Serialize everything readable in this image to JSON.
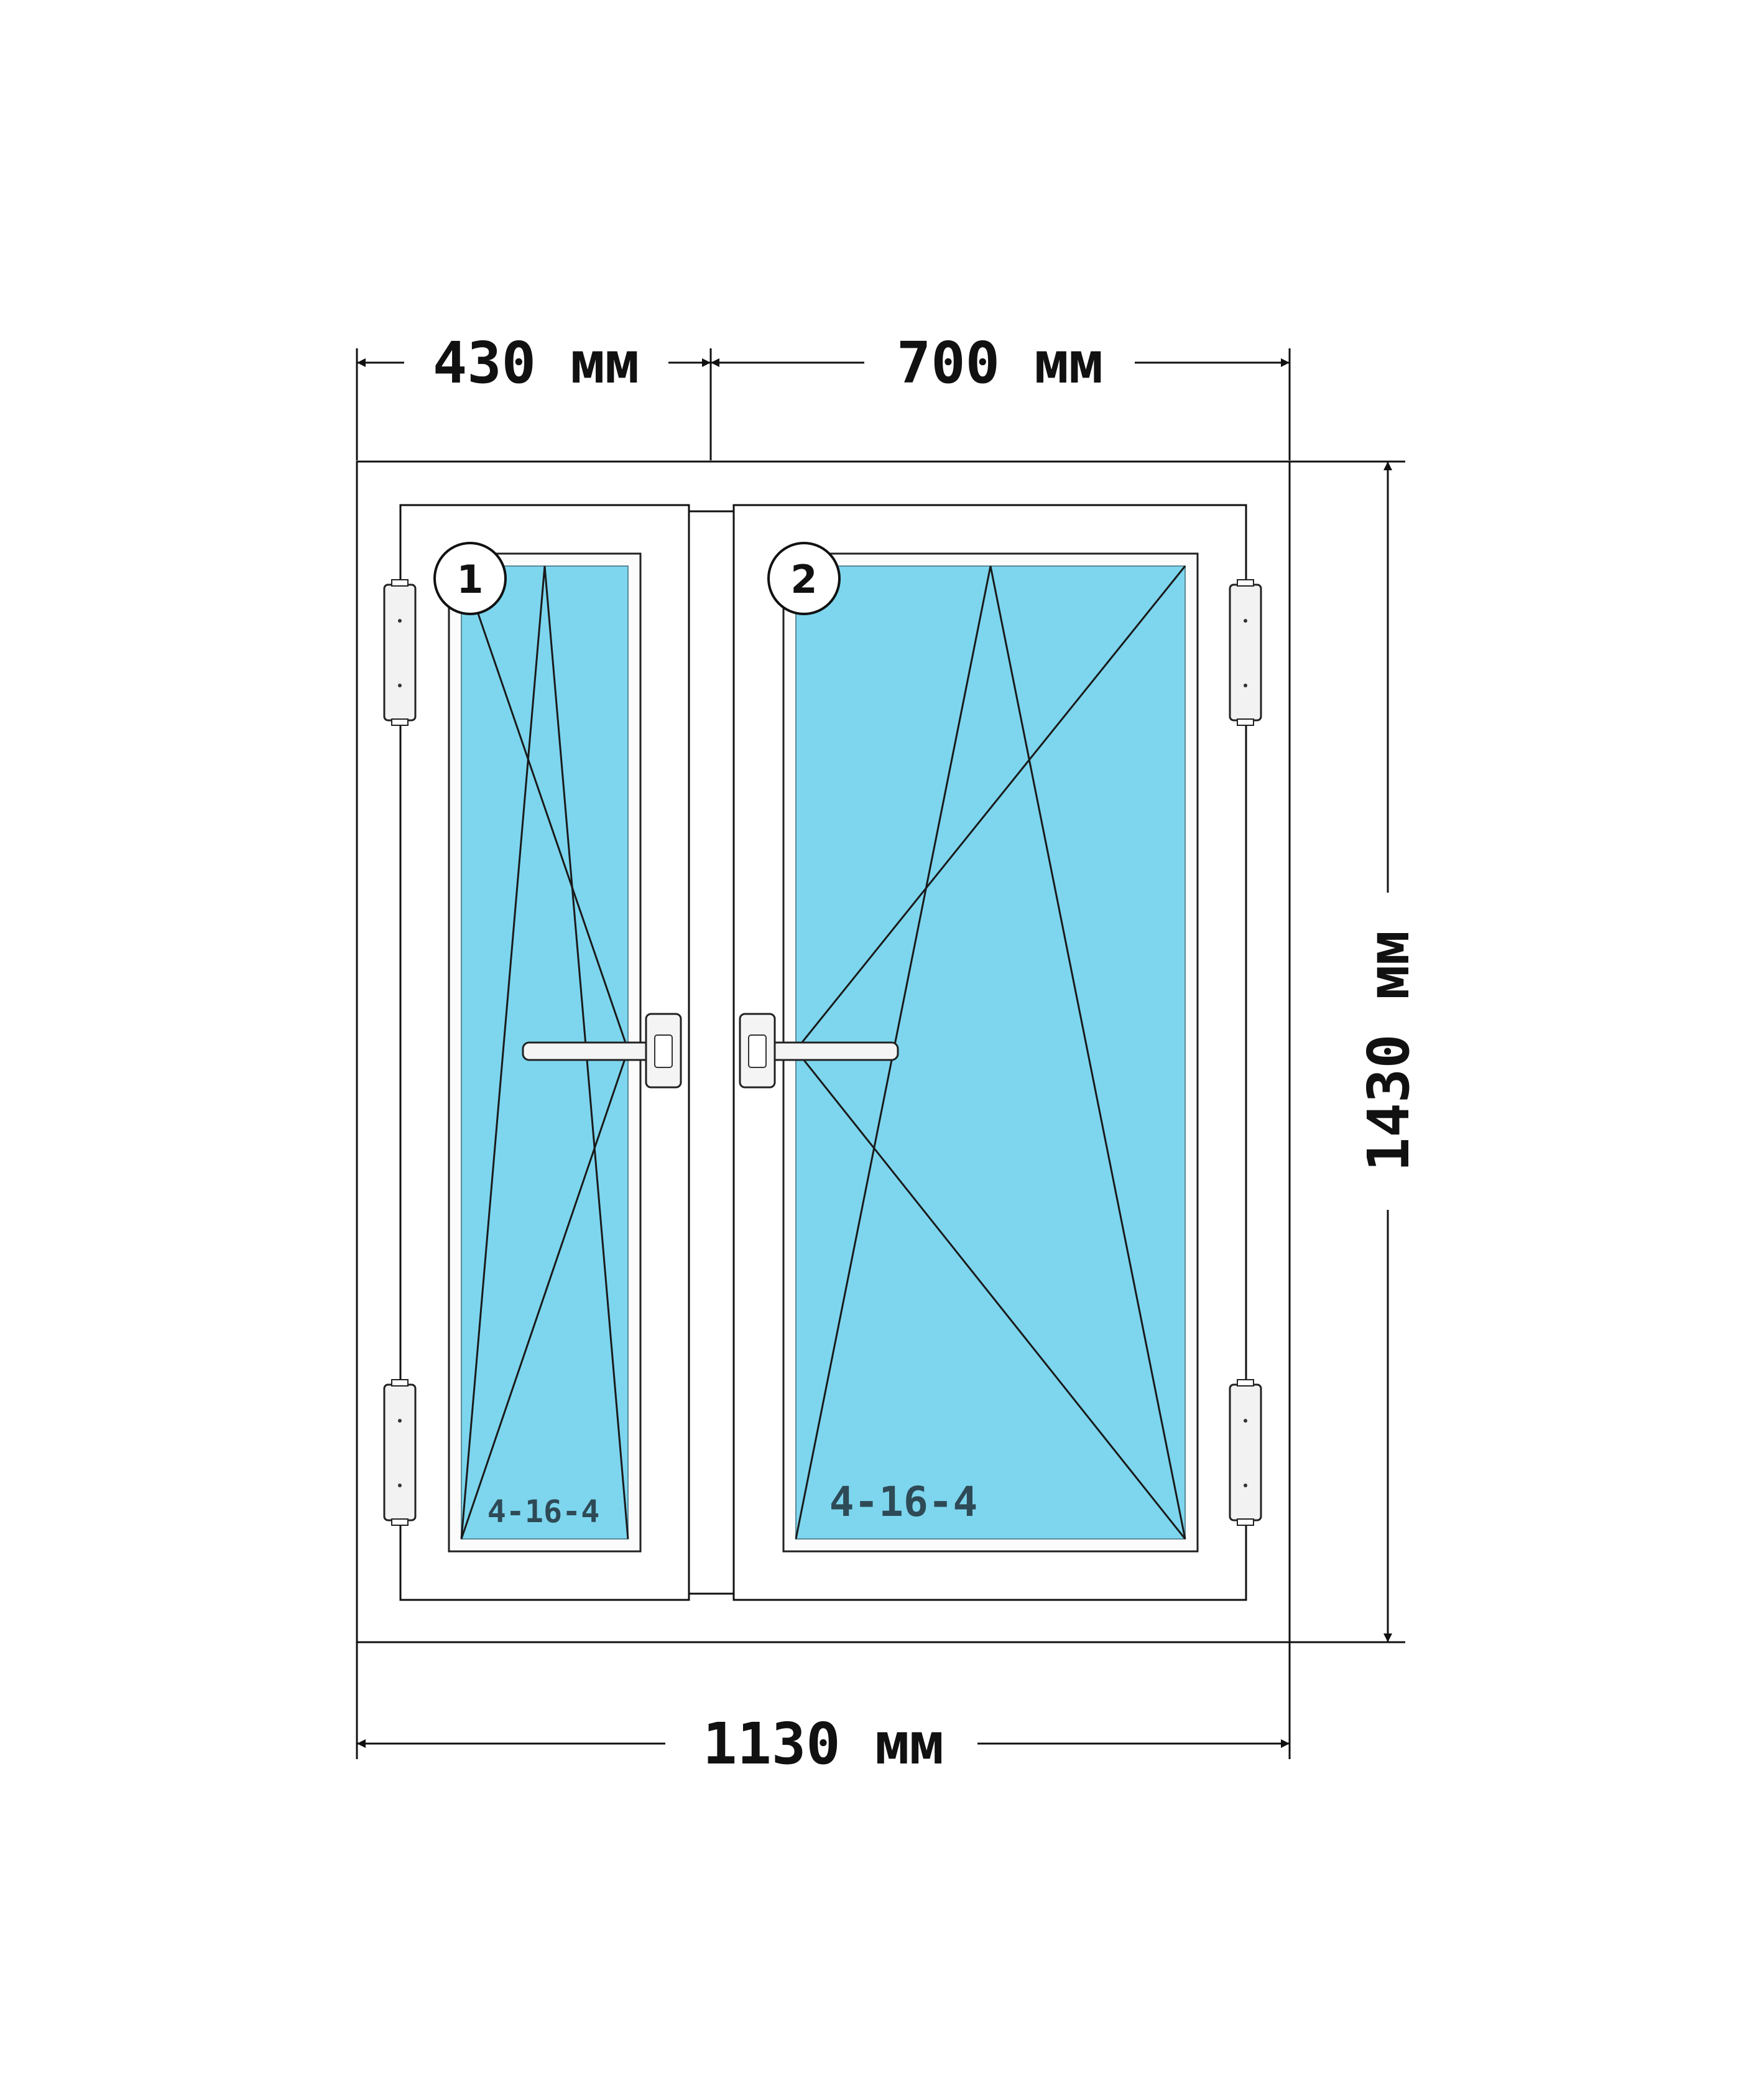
{
  "dimensions": {
    "left_sash_width": "430 мм",
    "right_sash_width": "700 мм",
    "total_width": "1130 мм",
    "total_height": "1430 мм"
  },
  "sashes": [
    {
      "number": "1",
      "glass": "4-16-4"
    },
    {
      "number": "2",
      "glass": "4-16-4"
    }
  ],
  "colors": {
    "glass": "#7dd6ee",
    "frame": "#ffffff",
    "line": "#111111"
  }
}
